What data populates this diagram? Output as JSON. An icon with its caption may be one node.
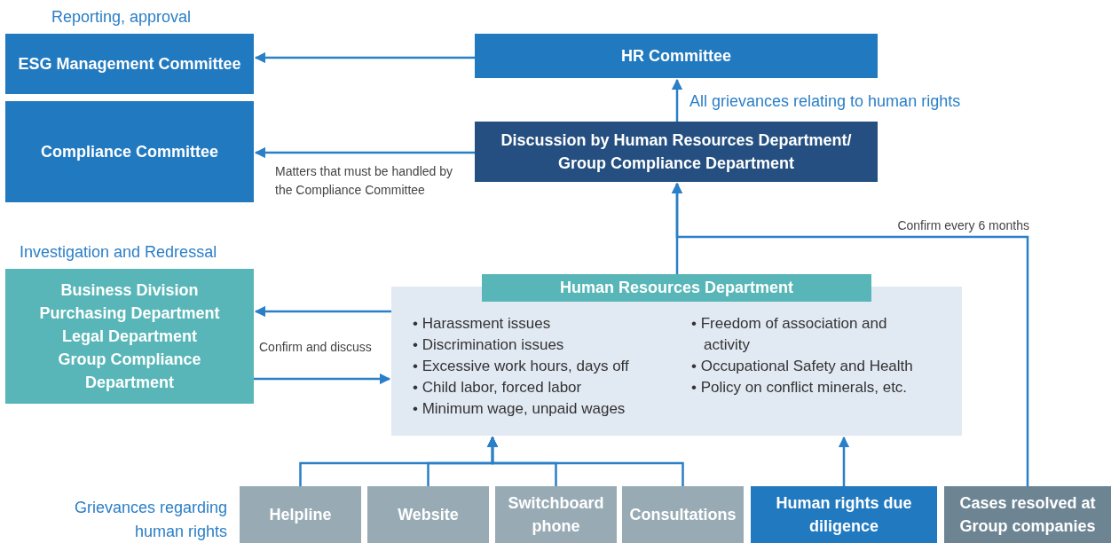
{
  "diagram": {
    "nodes": [
      {
        "text": [
          "ESG Management Committee"
        ]
      },
      {
        "text": [
          "Compliance Committee"
        ]
      },
      {
        "text": [
          "HR Committee"
        ]
      },
      {
        "text": [
          "Discussion by Human Resources Department/ Group Compliance Department"
        ]
      },
      {
        "text": [
          "Business Division",
          "Purchasing Department",
          "Legal Department",
          "Group Compliance Department"
        ]
      },
      {
        "text": [
          "Human Resources Department",
          "• Harassment issues",
          "• Discrimination issues",
          "• Excessive work hours, days off",
          "• Child labor, forced labor",
          "• Minimum wage, unpaid wages",
          "• Freedom of association and activity",
          "• Occupational Safety and Health",
          "• Policy on conflict minerals, etc."
        ]
      },
      {
        "text": [
          "Helpline"
        ]
      },
      {
        "text": [
          "Website"
        ]
      },
      {
        "text": [
          "Switchboard phone"
        ]
      },
      {
        "text": [
          "Consultations"
        ]
      },
      {
        "text": [
          "Human rights due diligence"
        ]
      },
      {
        "text": [
          "Cases resolved at Group companies"
        ]
      }
    ],
    "edges": [
      {
        "from": 2,
        "to": 0,
        "arrow": "to"
      },
      {
        "from": 3,
        "to": 2,
        "arrow": "to",
        "label": "All grievances relating to human rights"
      },
      {
        "from": 3,
        "to": 1,
        "arrow": "to",
        "label": "Matters that must be handled by the Compliance Committee"
      },
      {
        "from": 5,
        "to": 3,
        "arrow": "to"
      },
      {
        "from": 11,
        "to": 3,
        "arrow": "to",
        "label": "Confirm every 6 months"
      },
      {
        "from": 5,
        "to": 4,
        "arrow": "to"
      },
      {
        "from": 4,
        "to": 5,
        "arrow": "to"
      },
      {
        "from": 6,
        "to": 5,
        "arrow": "to"
      },
      {
        "from": 7,
        "to": 5,
        "arrow": "to"
      },
      {
        "from": 8,
        "to": 5,
        "arrow": "to"
      },
      {
        "from": 9,
        "to": 5,
        "arrow": "to"
      },
      {
        "from": 10,
        "to": 5,
        "arrow": "to"
      }
    ],
    "labels": [
      "Reporting, approval",
      "Investigation and Redressal",
      "Confirm and discuss",
      "Grievances regarding human rights"
    ]
  }
}
